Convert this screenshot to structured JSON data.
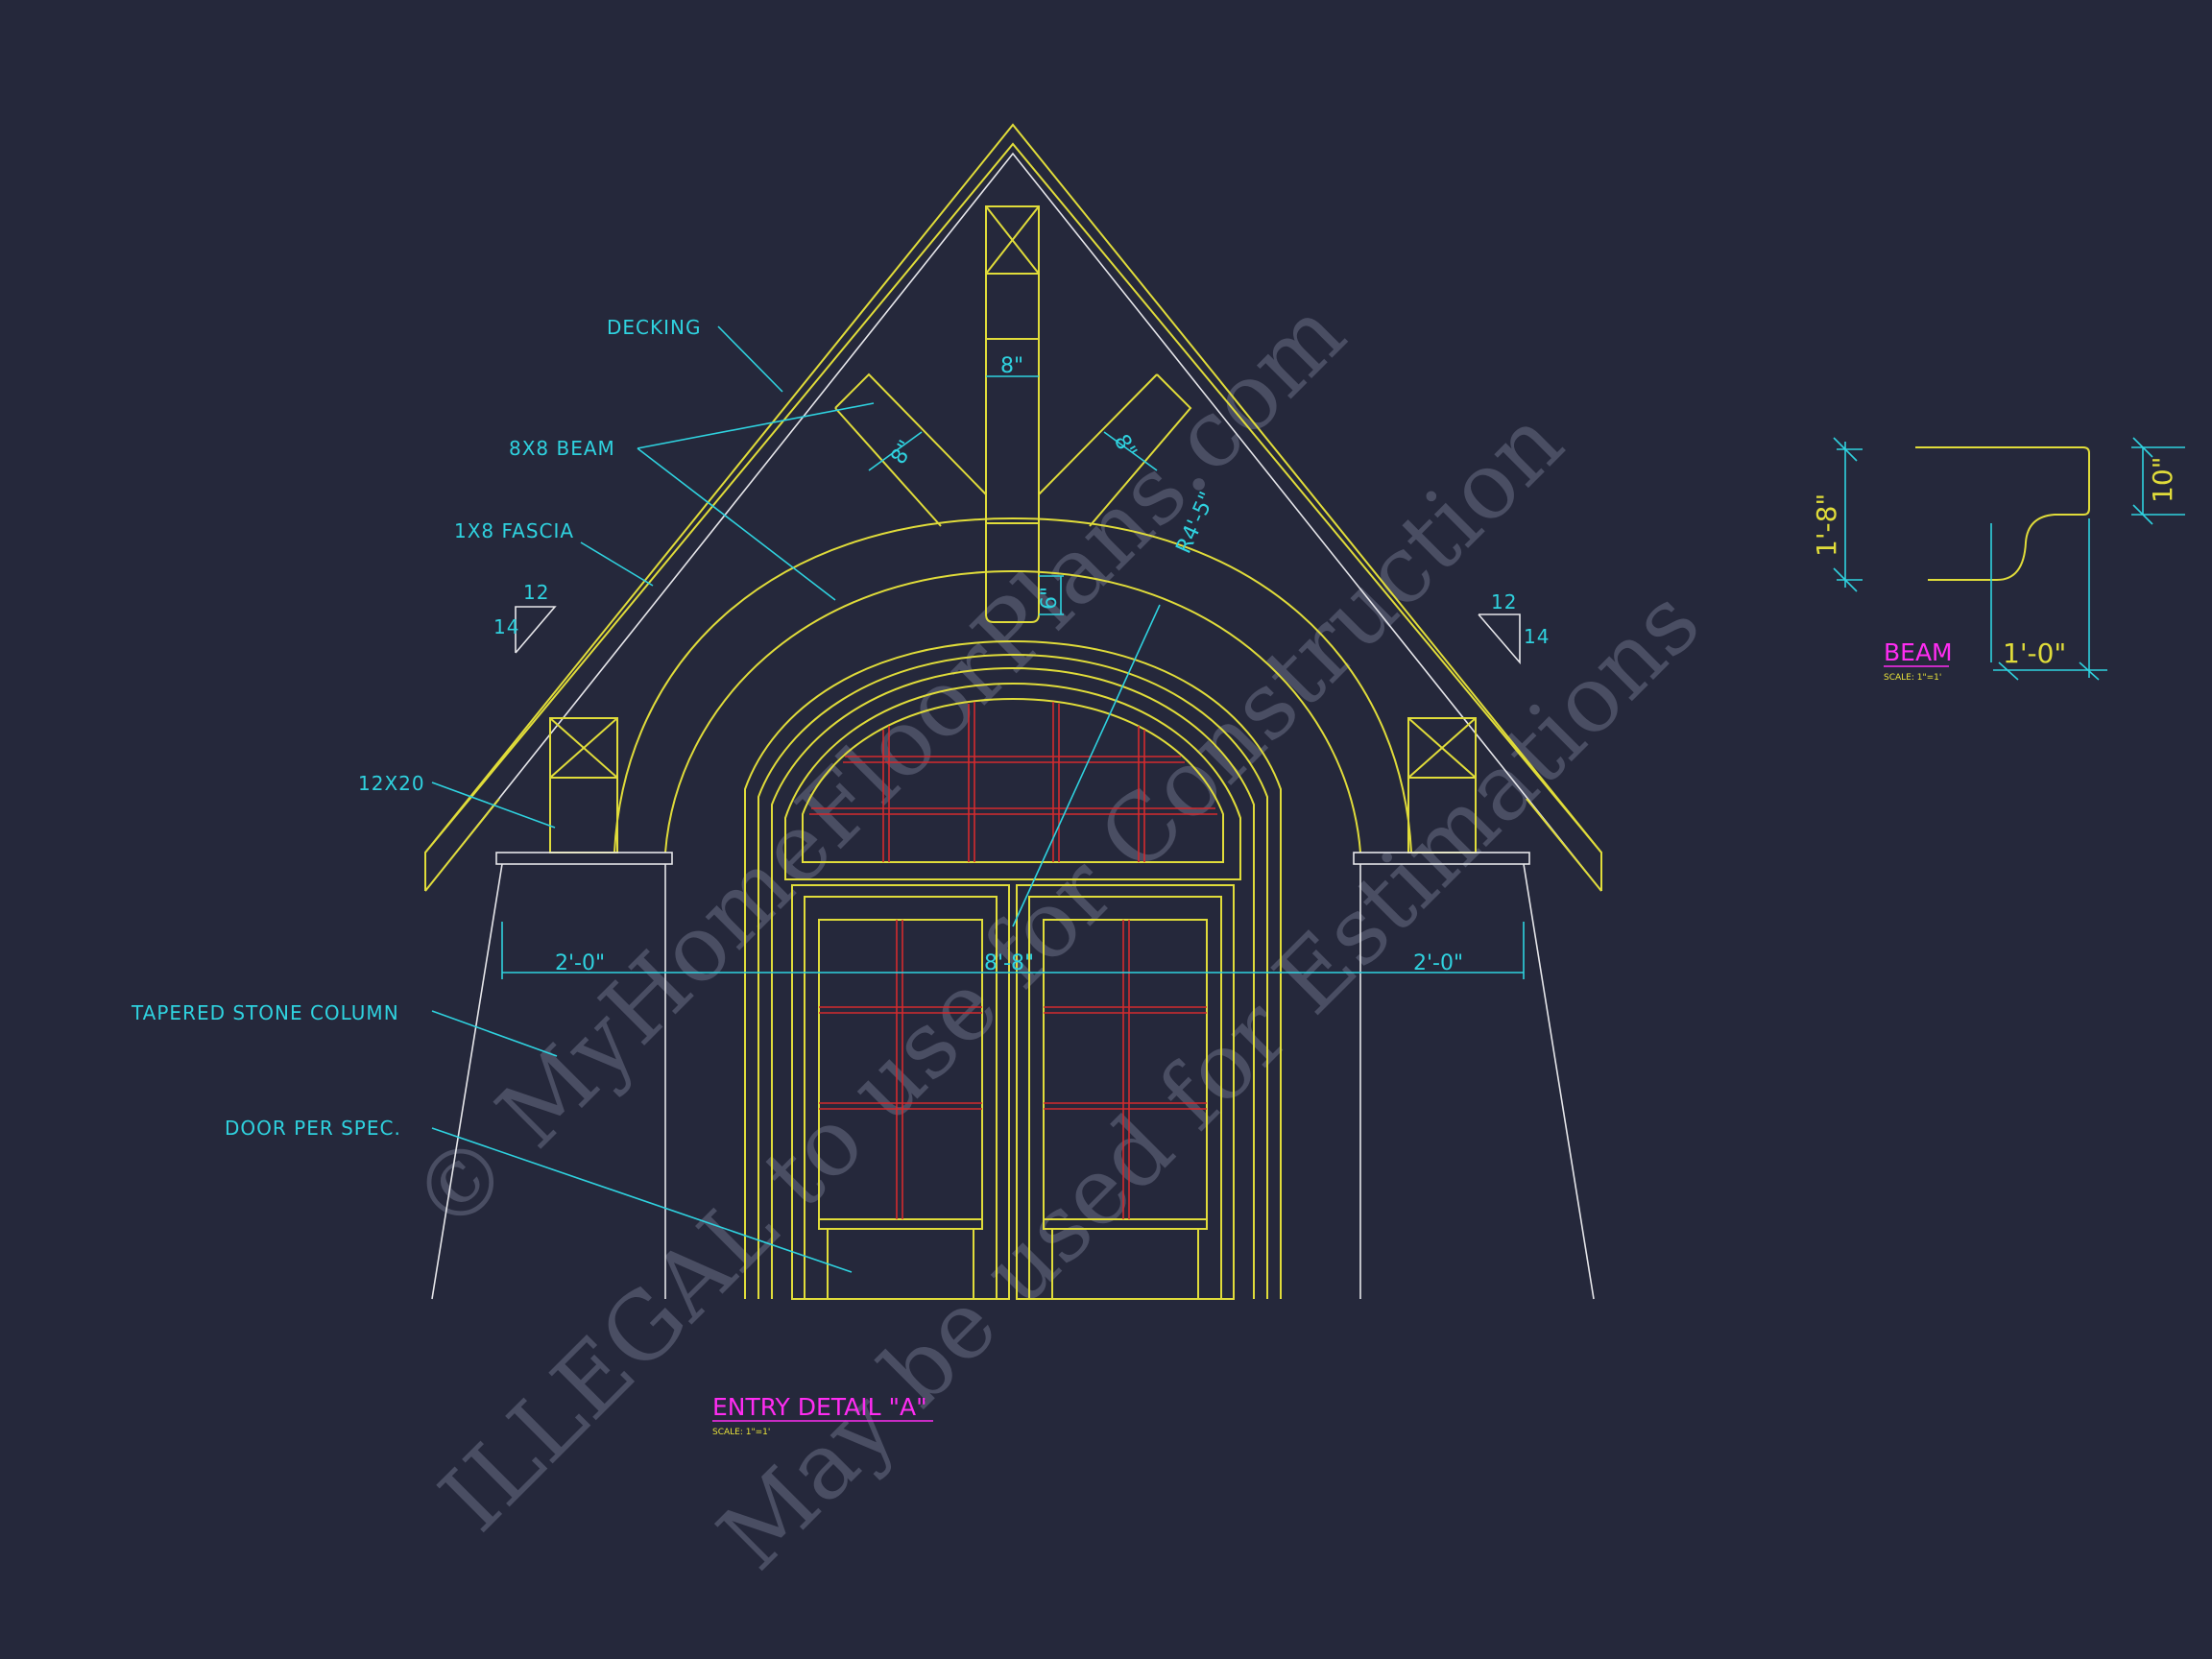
{
  "labels": {
    "decking": "DECKING",
    "beam_8x8": "8X8 BEAM",
    "fascia": "1X8 FASCIA",
    "post": "12X20",
    "column": "TAPERED STONE COLUMN",
    "door": "DOOR PER SPEC."
  },
  "dimensions": {
    "beam_top": "8\"",
    "brace_left": "8\"",
    "brace_right": "8\"",
    "radius": "R4'-5\"",
    "arch_gap": "6\"",
    "left_span": "2'-0\"",
    "center_span": "8'-8\"",
    "right_span": "2'-0\"",
    "pitch_left_run": "12",
    "pitch_left_rise": "14",
    "pitch_right_run": "12",
    "pitch_right_rise": "14"
  },
  "titles": {
    "entry_detail": "ENTRY DETAIL  \"A\"",
    "entry_scale": "SCALE: 1\"=1'",
    "beam": "BEAM",
    "beam_scale": "SCALE: 1\"=1'"
  },
  "beam_detail": {
    "height": "1'-8\"",
    "width": "1'-0\"",
    "side": "10\""
  },
  "watermark": {
    "line1": "© MyHomeFloorPlans.com",
    "line2": "ILLEGAL to use for Construction",
    "line3": "May be used for Estimations"
  },
  "colors": {
    "background": "#25283b",
    "line_yellow": "#e0dc3a",
    "dim_cyan": "#2fd2df",
    "title_magenta": "#ff2cf2",
    "muntin_red": "#d42a2e"
  }
}
